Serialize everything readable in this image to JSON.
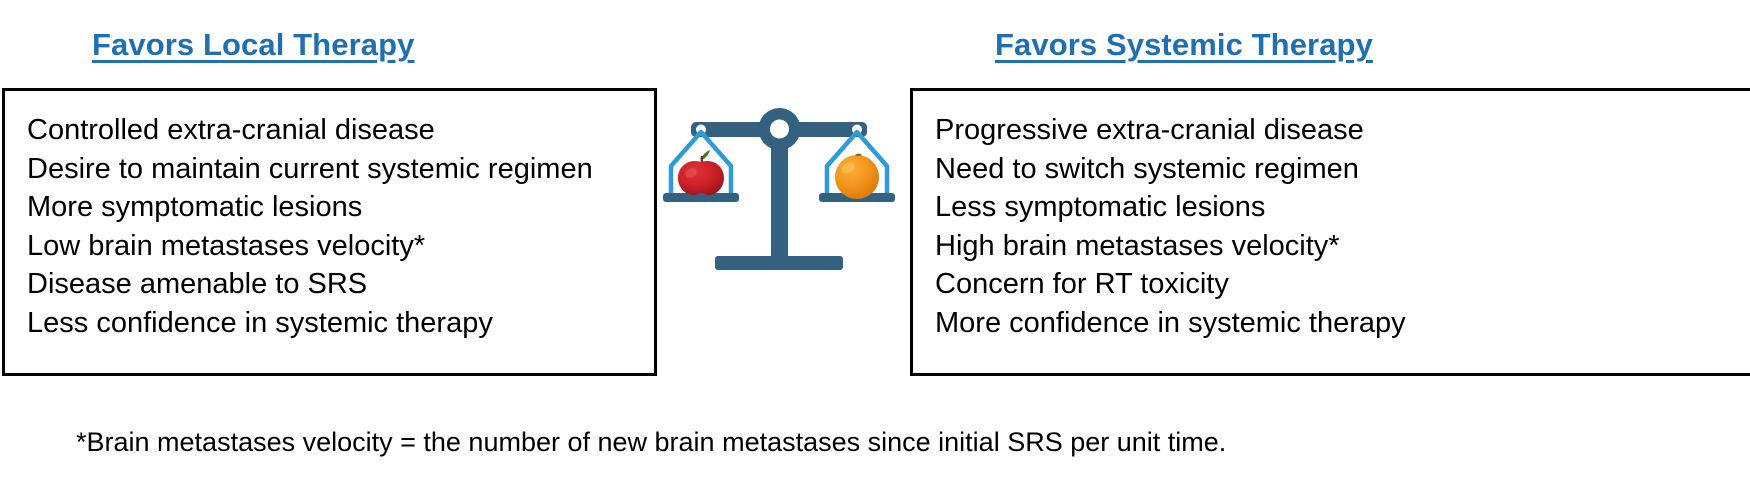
{
  "headings": {
    "local": "Favors Local Therapy",
    "systemic": "Favors Systemic Therapy"
  },
  "colors": {
    "heading_blue": "#1F6FB2",
    "scale_steel": "#356180",
    "scale_pan_outline": "#2E9BD6",
    "apple_red": "#C8232C",
    "apple_leaf_green": "#3E7D32",
    "orange_fruit": "#F2941B",
    "panel_border": "#000000",
    "text_black": "#000000",
    "background": "#FFFFFF"
  },
  "panels": {
    "local": {
      "items": [
        "Controlled extra-cranial disease",
        "Desire to maintain current systemic regimen",
        "More symptomatic lesions",
        "Low brain metastases velocity*",
        "Disease amenable to SRS",
        "Less confidence in systemic therapy"
      ]
    },
    "systemic": {
      "items": [
        "Progressive extra-cranial disease",
        "Need to switch systemic regimen",
        "Less symptomatic lesions",
        "High brain metastases velocity*",
        "Concern for RT toxicity",
        "More confidence in systemic therapy"
      ]
    }
  },
  "scale": {
    "left_pan_item": "apple",
    "right_pan_item": "orange"
  },
  "footnote": "*Brain metastases velocity = the number of new brain metastases since initial SRS per unit time."
}
